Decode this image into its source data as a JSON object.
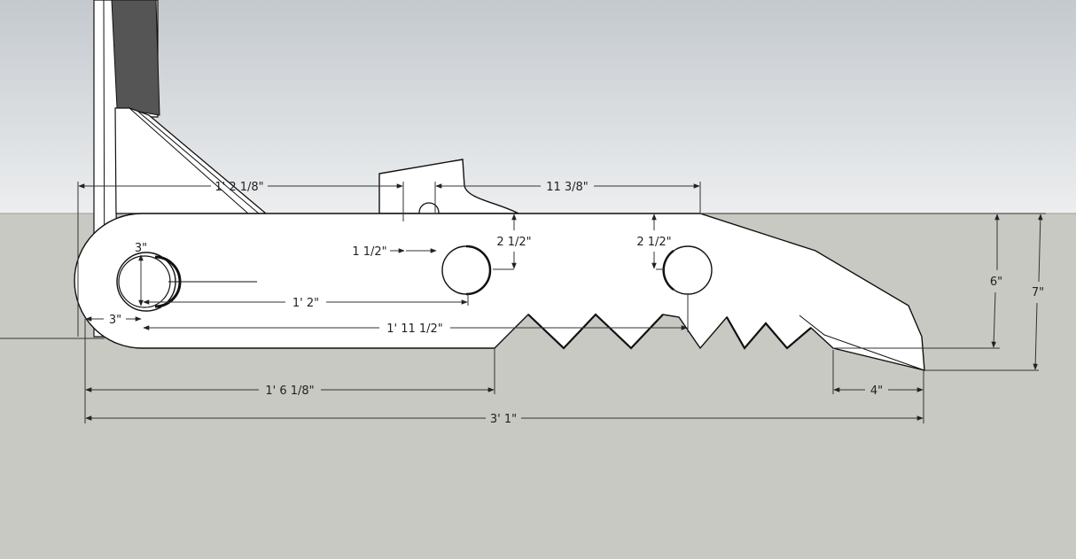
{
  "colors": {
    "sky_top": "#c4c9ce",
    "sky_bottom": "#eceeef",
    "ground": "#c9c9c3",
    "part_fill": "#ffffff",
    "part_stroke": "#111111",
    "post_dark": "#555555",
    "dimension_line": "#333333"
  },
  "dimensions": {
    "top_overall": "1' 2 1/8\"",
    "notch_to_hole": "11 3/8\"",
    "notch_width": "1 1/2\"",
    "hole1_offset": "2 1/2\"",
    "hole2_offset": "2 1/2\"",
    "pivot_diameter": "3\"",
    "pivot_to_hole1": "1' 2\"",
    "pivot_to_hole2": "1' 11 1/2\"",
    "end_radius": "3\"",
    "bar_height": "6\"",
    "tip_height": "7\"",
    "to_teeth_start": "1' 6 1/8\"",
    "tip_length": "4\"",
    "overall_length": "3' 1\""
  }
}
